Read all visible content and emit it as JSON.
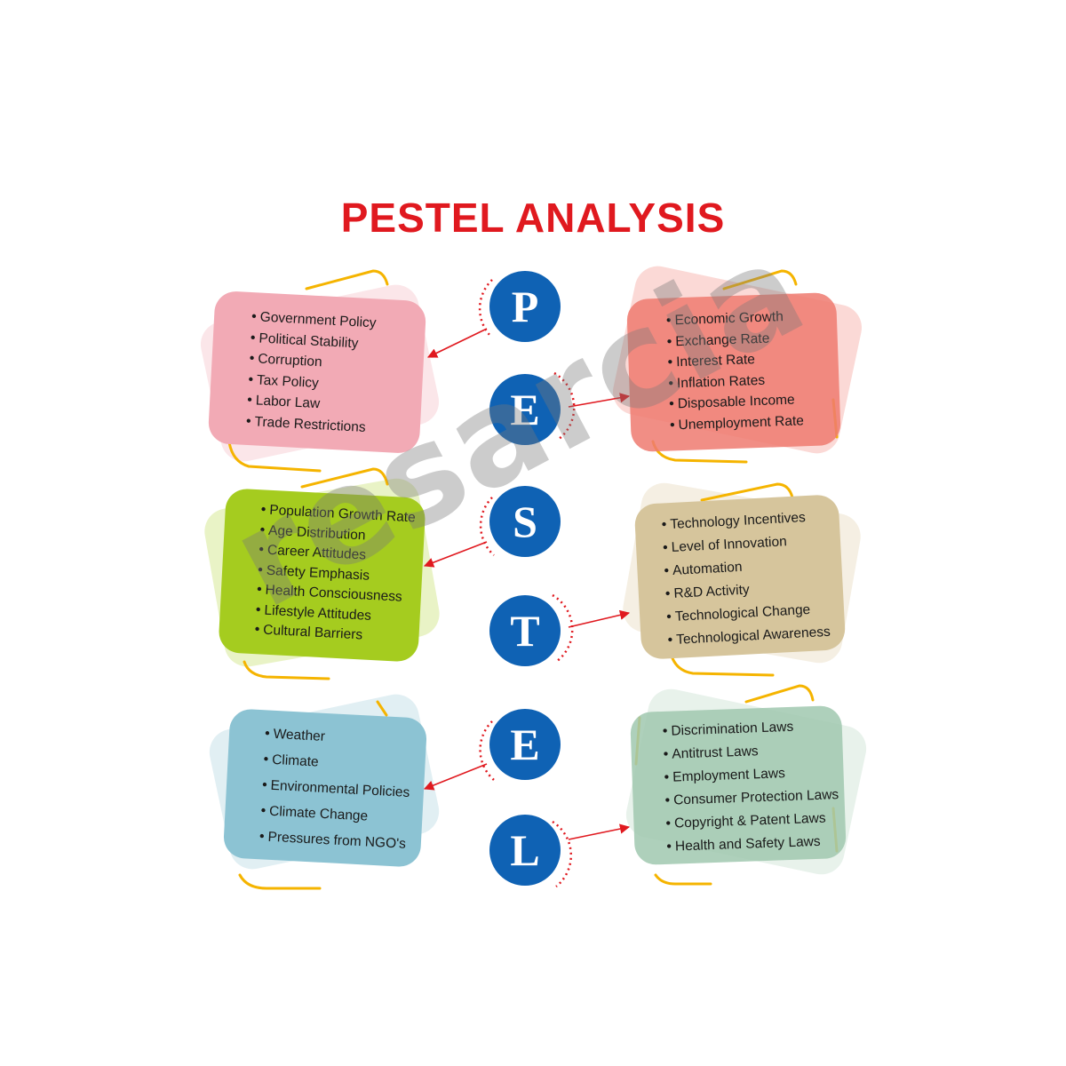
{
  "title": "PESTEL ANALYSIS",
  "watermark": "resarcia",
  "colors": {
    "title": "#e0191f",
    "circle": "#0f62b4",
    "arrow": "#e0191f",
    "accent_bracket": "#f5b400",
    "political_box": "#f2aab5",
    "economic_box": "#f1857a",
    "social_box": "#a5cc1f",
    "technological_box": "#d6c59c",
    "environmental_box": "#8cc3d3",
    "legal_box": "#abcfb8"
  },
  "factors": [
    {
      "letter": "P",
      "items": [
        "Government Policy",
        "Political Stability",
        "Corruption",
        "Tax Policy",
        "Labor Law",
        "Trade Restrictions"
      ]
    },
    {
      "letter": "E",
      "items": [
        "Economic Growth",
        "Exchange Rate",
        "Interest Rate",
        "Inflation Rates",
        "Disposable Income",
        "Unemployment Rate"
      ]
    },
    {
      "letter": "S",
      "items": [
        "Population Growth Rate",
        "Age Distribution",
        "Career Attitudes",
        "Safety Emphasis",
        "Health Consciousness",
        "Lifestyle Attitudes",
        "Cultural Barriers"
      ]
    },
    {
      "letter": "T",
      "items": [
        "Technology Incentives",
        "Level of Innovation",
        "Automation",
        "R&D Activity",
        "Technological Change",
        "Technological Awareness"
      ]
    },
    {
      "letter": "E",
      "items": [
        "Weather",
        "Climate",
        "Environmental Policies",
        "Climate Change",
        "Pressures from NGO's"
      ]
    },
    {
      "letter": "L",
      "items": [
        "Discrimination Laws",
        "Antitrust Laws",
        "Employment Laws",
        "Consumer Protection Laws",
        "Copyright & Patent Laws",
        "Health and Safety Laws"
      ]
    }
  ]
}
